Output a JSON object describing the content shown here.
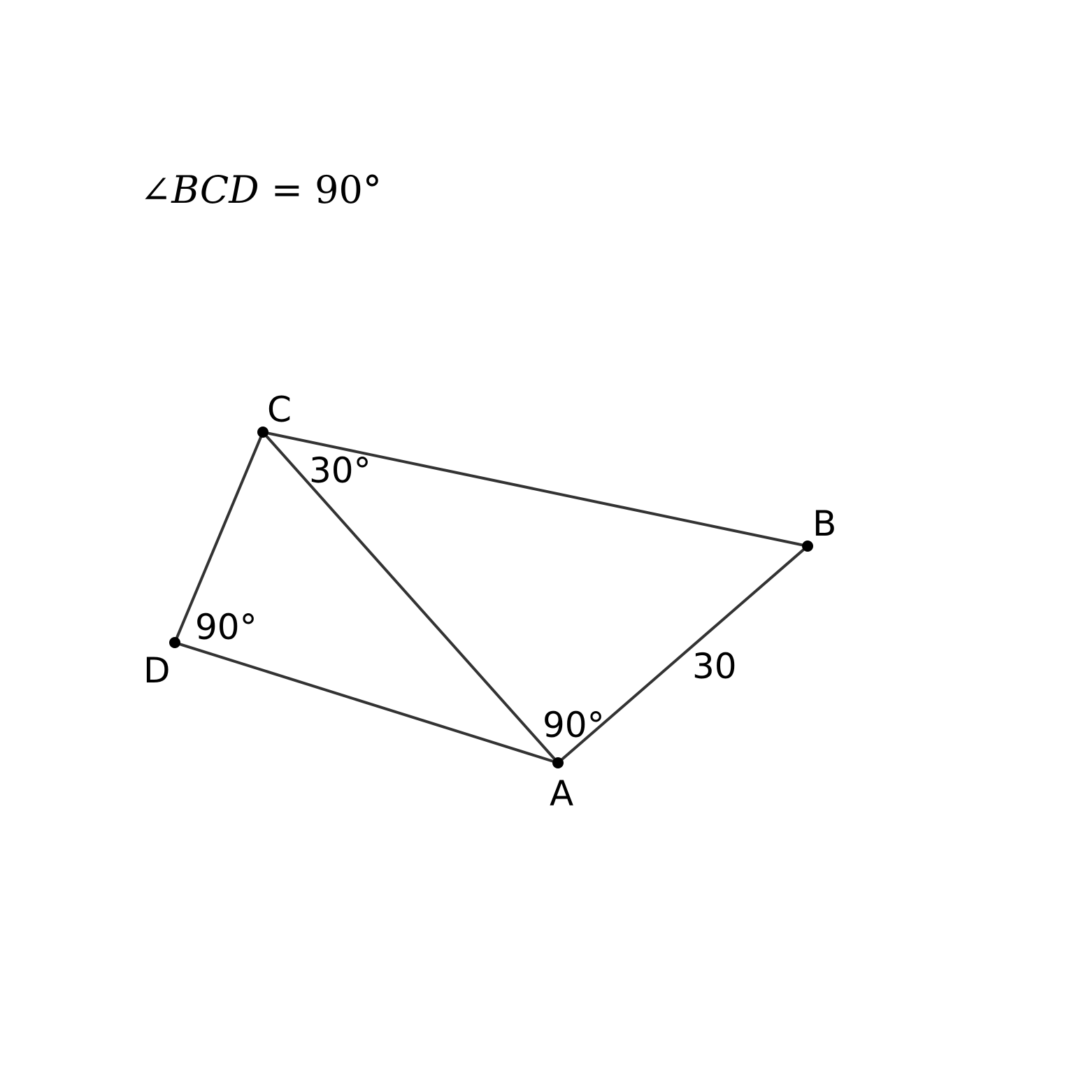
{
  "condition": {
    "angle_symbol": "∠",
    "name": "BCD",
    "equals": " = ",
    "value": "90°"
  },
  "points": {
    "A": "A",
    "B": "B",
    "C": "C",
    "D": "D"
  },
  "segments": [
    {
      "from": "C",
      "to": "B"
    },
    {
      "from": "B",
      "to": "A"
    },
    {
      "from": "A",
      "to": "D"
    },
    {
      "from": "D",
      "to": "C"
    },
    {
      "from": "C",
      "to": "A"
    }
  ],
  "annotations": {
    "angle_C": "30°",
    "angle_D": "90°",
    "angle_A": "90°",
    "side_AB": "30"
  },
  "colors": {
    "line": "#333333",
    "point": "#000000",
    "text": "#000000"
  }
}
